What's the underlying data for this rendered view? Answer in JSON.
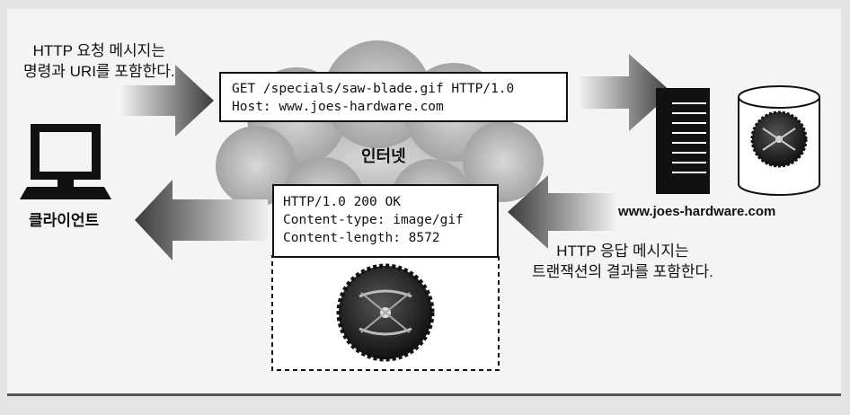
{
  "request_caption": [
    "HTTP 요청 메시지는",
    "명령과 URI를 포함한다."
  ],
  "request_message": [
    "GET /specials/saw-blade.gif HTTP/1.0",
    "Host: www.joes-hardware.com"
  ],
  "cloud_label": "인터넷",
  "client_label": "클라이언트",
  "server_label": "www.joes-hardware.com",
  "response_message": [
    "HTTP/1.0 200 OK",
    "Content-type: image/gif",
    "Content-length: 8572"
  ],
  "response_caption": [
    "HTTP 응답 메시지는",
    "트랜잭션의 결과를 포함한다."
  ]
}
